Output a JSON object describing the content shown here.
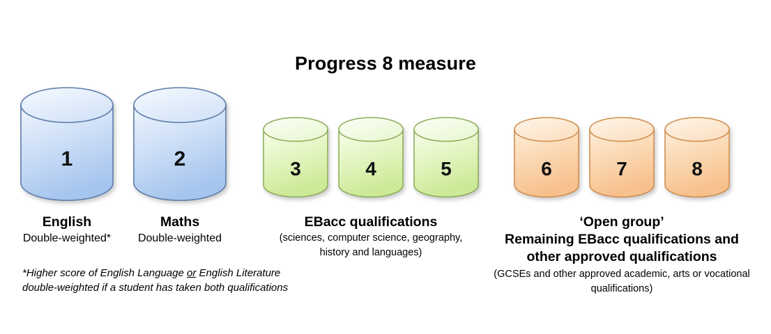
{
  "diagram": {
    "title": "Progress 8 measure",
    "colors": {
      "blue_fill_light": "#e8f0fb",
      "blue_fill_dark": "#a9c7ee",
      "blue_stroke": "#5b7ca8",
      "green_fill_light": "#f4fbe3",
      "green_fill_dark": "#cdeb9a",
      "green_stroke": "#8aab54",
      "orange_fill_light": "#fdeada",
      "orange_fill_dark": "#f9c595",
      "orange_stroke": "#d08a48",
      "number_color": "#111111",
      "text_color": "#000000"
    },
    "groups": [
      {
        "id": "english",
        "color": "blue",
        "cylinders": [
          {
            "number": "1"
          }
        ],
        "heading": "English",
        "subtitle": "Double-weighted*"
      },
      {
        "id": "maths",
        "color": "blue",
        "cylinders": [
          {
            "number": "2"
          }
        ],
        "heading": "Maths",
        "subtitle": "Double-weighted"
      },
      {
        "id": "ebacc",
        "color": "green",
        "cylinders": [
          {
            "number": "3"
          },
          {
            "number": "4"
          },
          {
            "number": "5"
          }
        ],
        "heading": "EBacc qualifications",
        "subtitle_line1": "(sciences, computer science, geography,",
        "subtitle_line2": "history and languages)"
      },
      {
        "id": "open-group",
        "color": "orange",
        "cylinders": [
          {
            "number": "6"
          },
          {
            "number": "7"
          },
          {
            "number": "8"
          }
        ],
        "heading_line1": "‘Open group’",
        "heading_line2": "Remaining EBacc qualifications and",
        "heading_line3": "other approved qualifications",
        "subtitle_line1": "(GCSEs and other approved academic, arts or vocational",
        "subtitle_line2": "qualifications)"
      }
    ],
    "footnote": {
      "line1_part1": "*Higher score of English Language ",
      "line1_underlined": "or",
      "line1_part2": " English Literature",
      "line2": "double-weighted if a student has taken both qualifications"
    }
  }
}
